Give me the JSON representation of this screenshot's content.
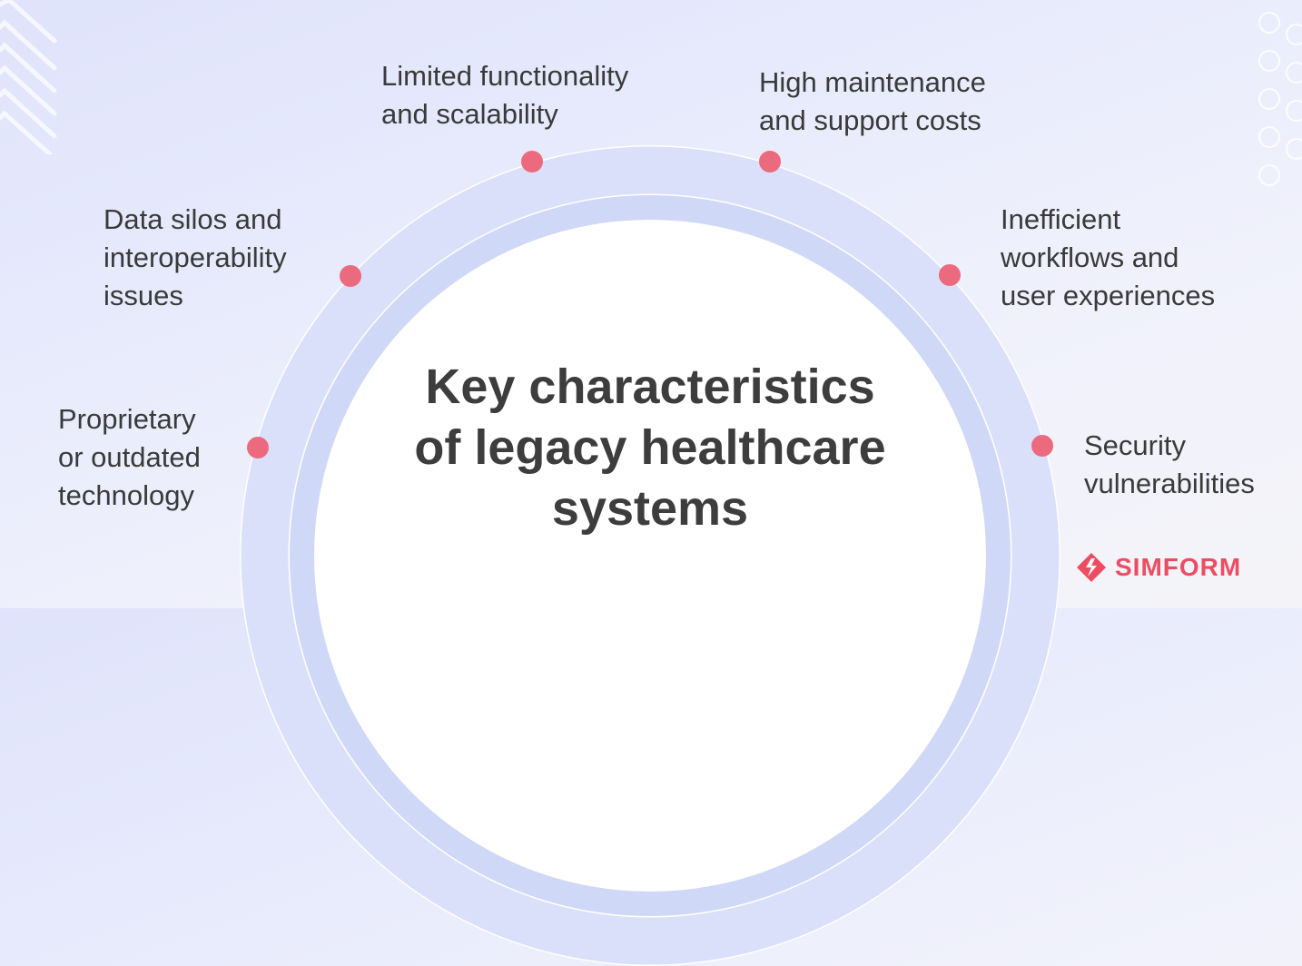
{
  "diagram": {
    "title": "Key characteristics\nof legacy healthcare\nsystems",
    "items": [
      {
        "label": "Proprietary\nor outdated\ntechnology"
      },
      {
        "label": "Data silos and\ninteroperability\nissues"
      },
      {
        "label": "Limited functionality\nand scalability"
      },
      {
        "label": "High maintenance\nand support costs"
      },
      {
        "label": "Inefficient\nworkflows and\nuser experiences"
      },
      {
        "label": "Security\nvulnerabilities"
      }
    ],
    "colors": {
      "dot": "#ec6a7e",
      "ring_outer": "#dbe0fa",
      "ring_inner": "#cfd8f6",
      "text": "#3a3a3a",
      "brand": "#ec4d63"
    }
  },
  "brand": {
    "name": "SIMFORM",
    "icon": "simform-logo-icon"
  },
  "decorations": {
    "top_left": "chevron-pattern-icon",
    "top_right": "circle-pattern-icon"
  }
}
